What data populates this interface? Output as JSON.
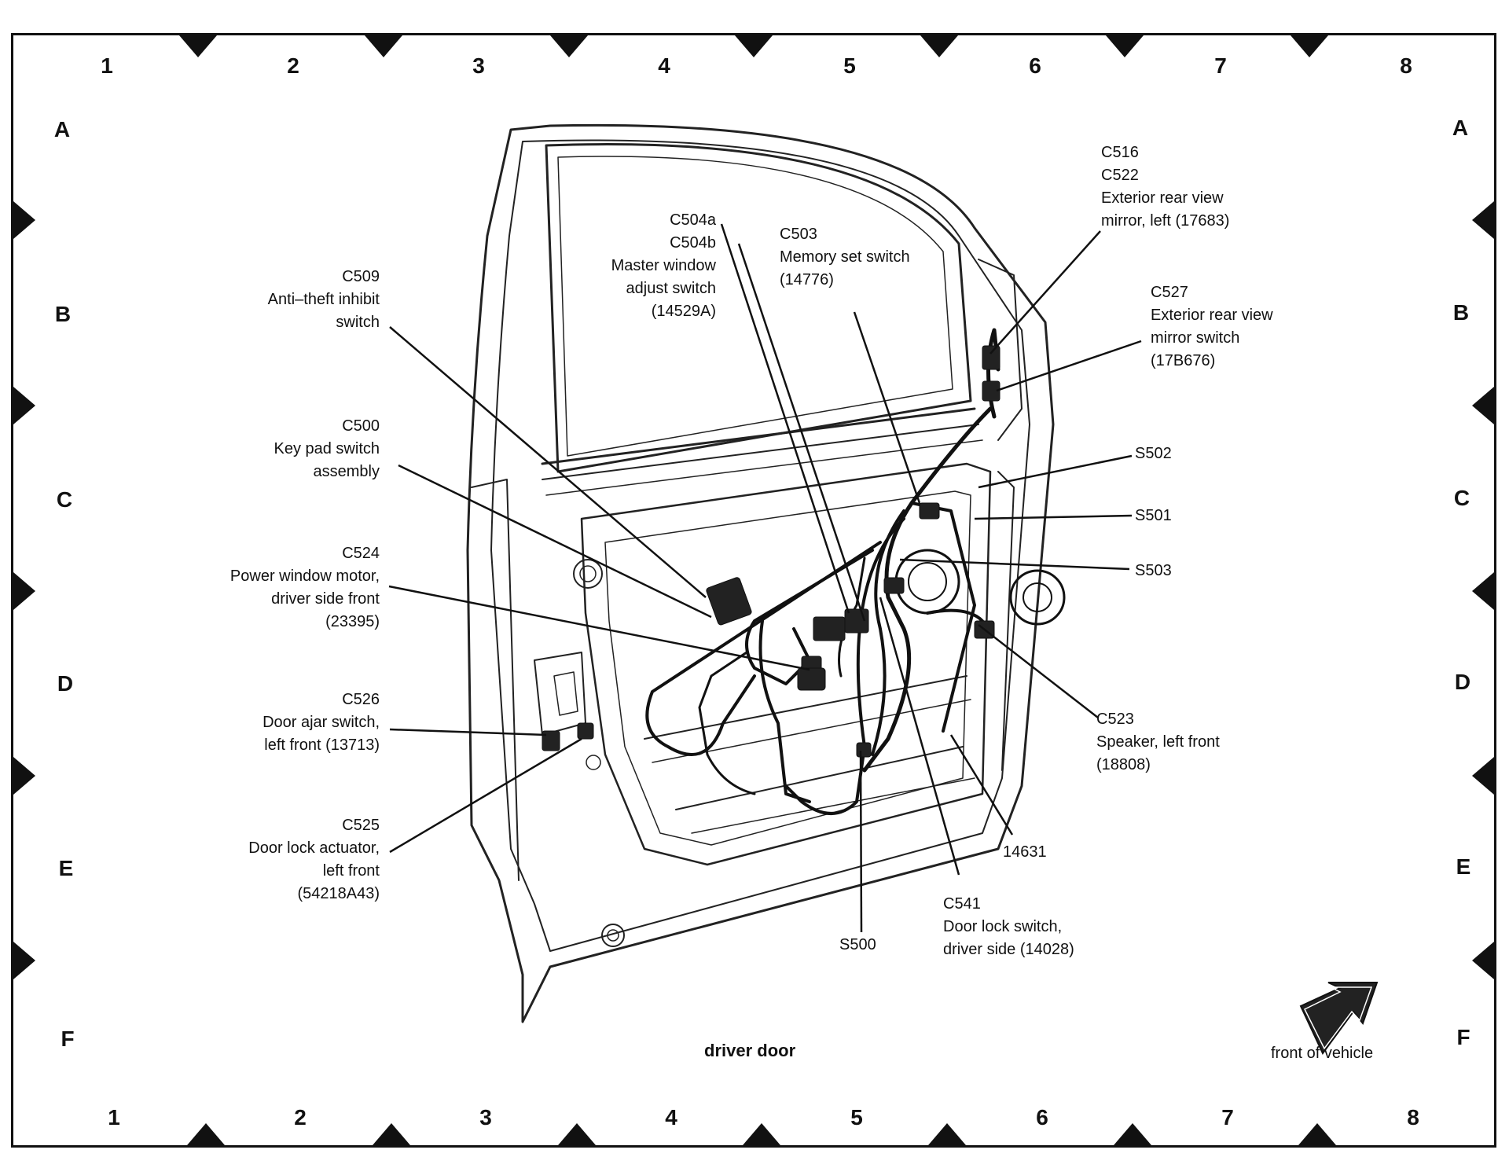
{
  "grid": {
    "columns": [
      "1",
      "2",
      "3",
      "4",
      "5",
      "6",
      "7",
      "8"
    ],
    "rows": [
      "A",
      "B",
      "C",
      "D",
      "E",
      "F"
    ]
  },
  "callouts": {
    "c509": {
      "lines": [
        "C509",
        "Anti–theft inhibit",
        "switch"
      ]
    },
    "c500": {
      "lines": [
        "C500",
        "Key pad switch",
        "assembly"
      ]
    },
    "c524": {
      "lines": [
        "C524",
        "Power window motor,",
        "driver side front",
        "(23395)"
      ]
    },
    "c526": {
      "lines": [
        "C526",
        "Door ajar switch,",
        "left front (13713)"
      ]
    },
    "c525": {
      "lines": [
        "C525",
        "Door lock actuator,",
        "left front",
        "(54218A43)"
      ]
    },
    "c504": {
      "lines": [
        "C504a",
        "C504b",
        "Master window",
        "adjust switch",
        "(14529A)"
      ]
    },
    "c503": {
      "lines": [
        "C503",
        "Memory set switch",
        "(14776)"
      ]
    },
    "c516": {
      "lines": [
        "C516",
        "C522",
        "Exterior rear view",
        "mirror, left (17683)"
      ]
    },
    "c527": {
      "lines": [
        "C527",
        "Exterior rear view",
        "mirror switch",
        "(17B676)"
      ]
    },
    "s502": {
      "lines": [
        "S502"
      ]
    },
    "s501": {
      "lines": [
        "S501"
      ]
    },
    "s503": {
      "lines": [
        "S503"
      ]
    },
    "c523": {
      "lines": [
        "C523",
        "Speaker, left front",
        "(18808)"
      ]
    },
    "p14631": {
      "lines": [
        "14631"
      ]
    },
    "c541": {
      "lines": [
        "C541",
        "Door lock switch,",
        "driver side (14028)"
      ]
    },
    "s500": {
      "lines": [
        "S500"
      ]
    }
  },
  "captions": {
    "title": "driver door",
    "front": "front of vehicle"
  }
}
